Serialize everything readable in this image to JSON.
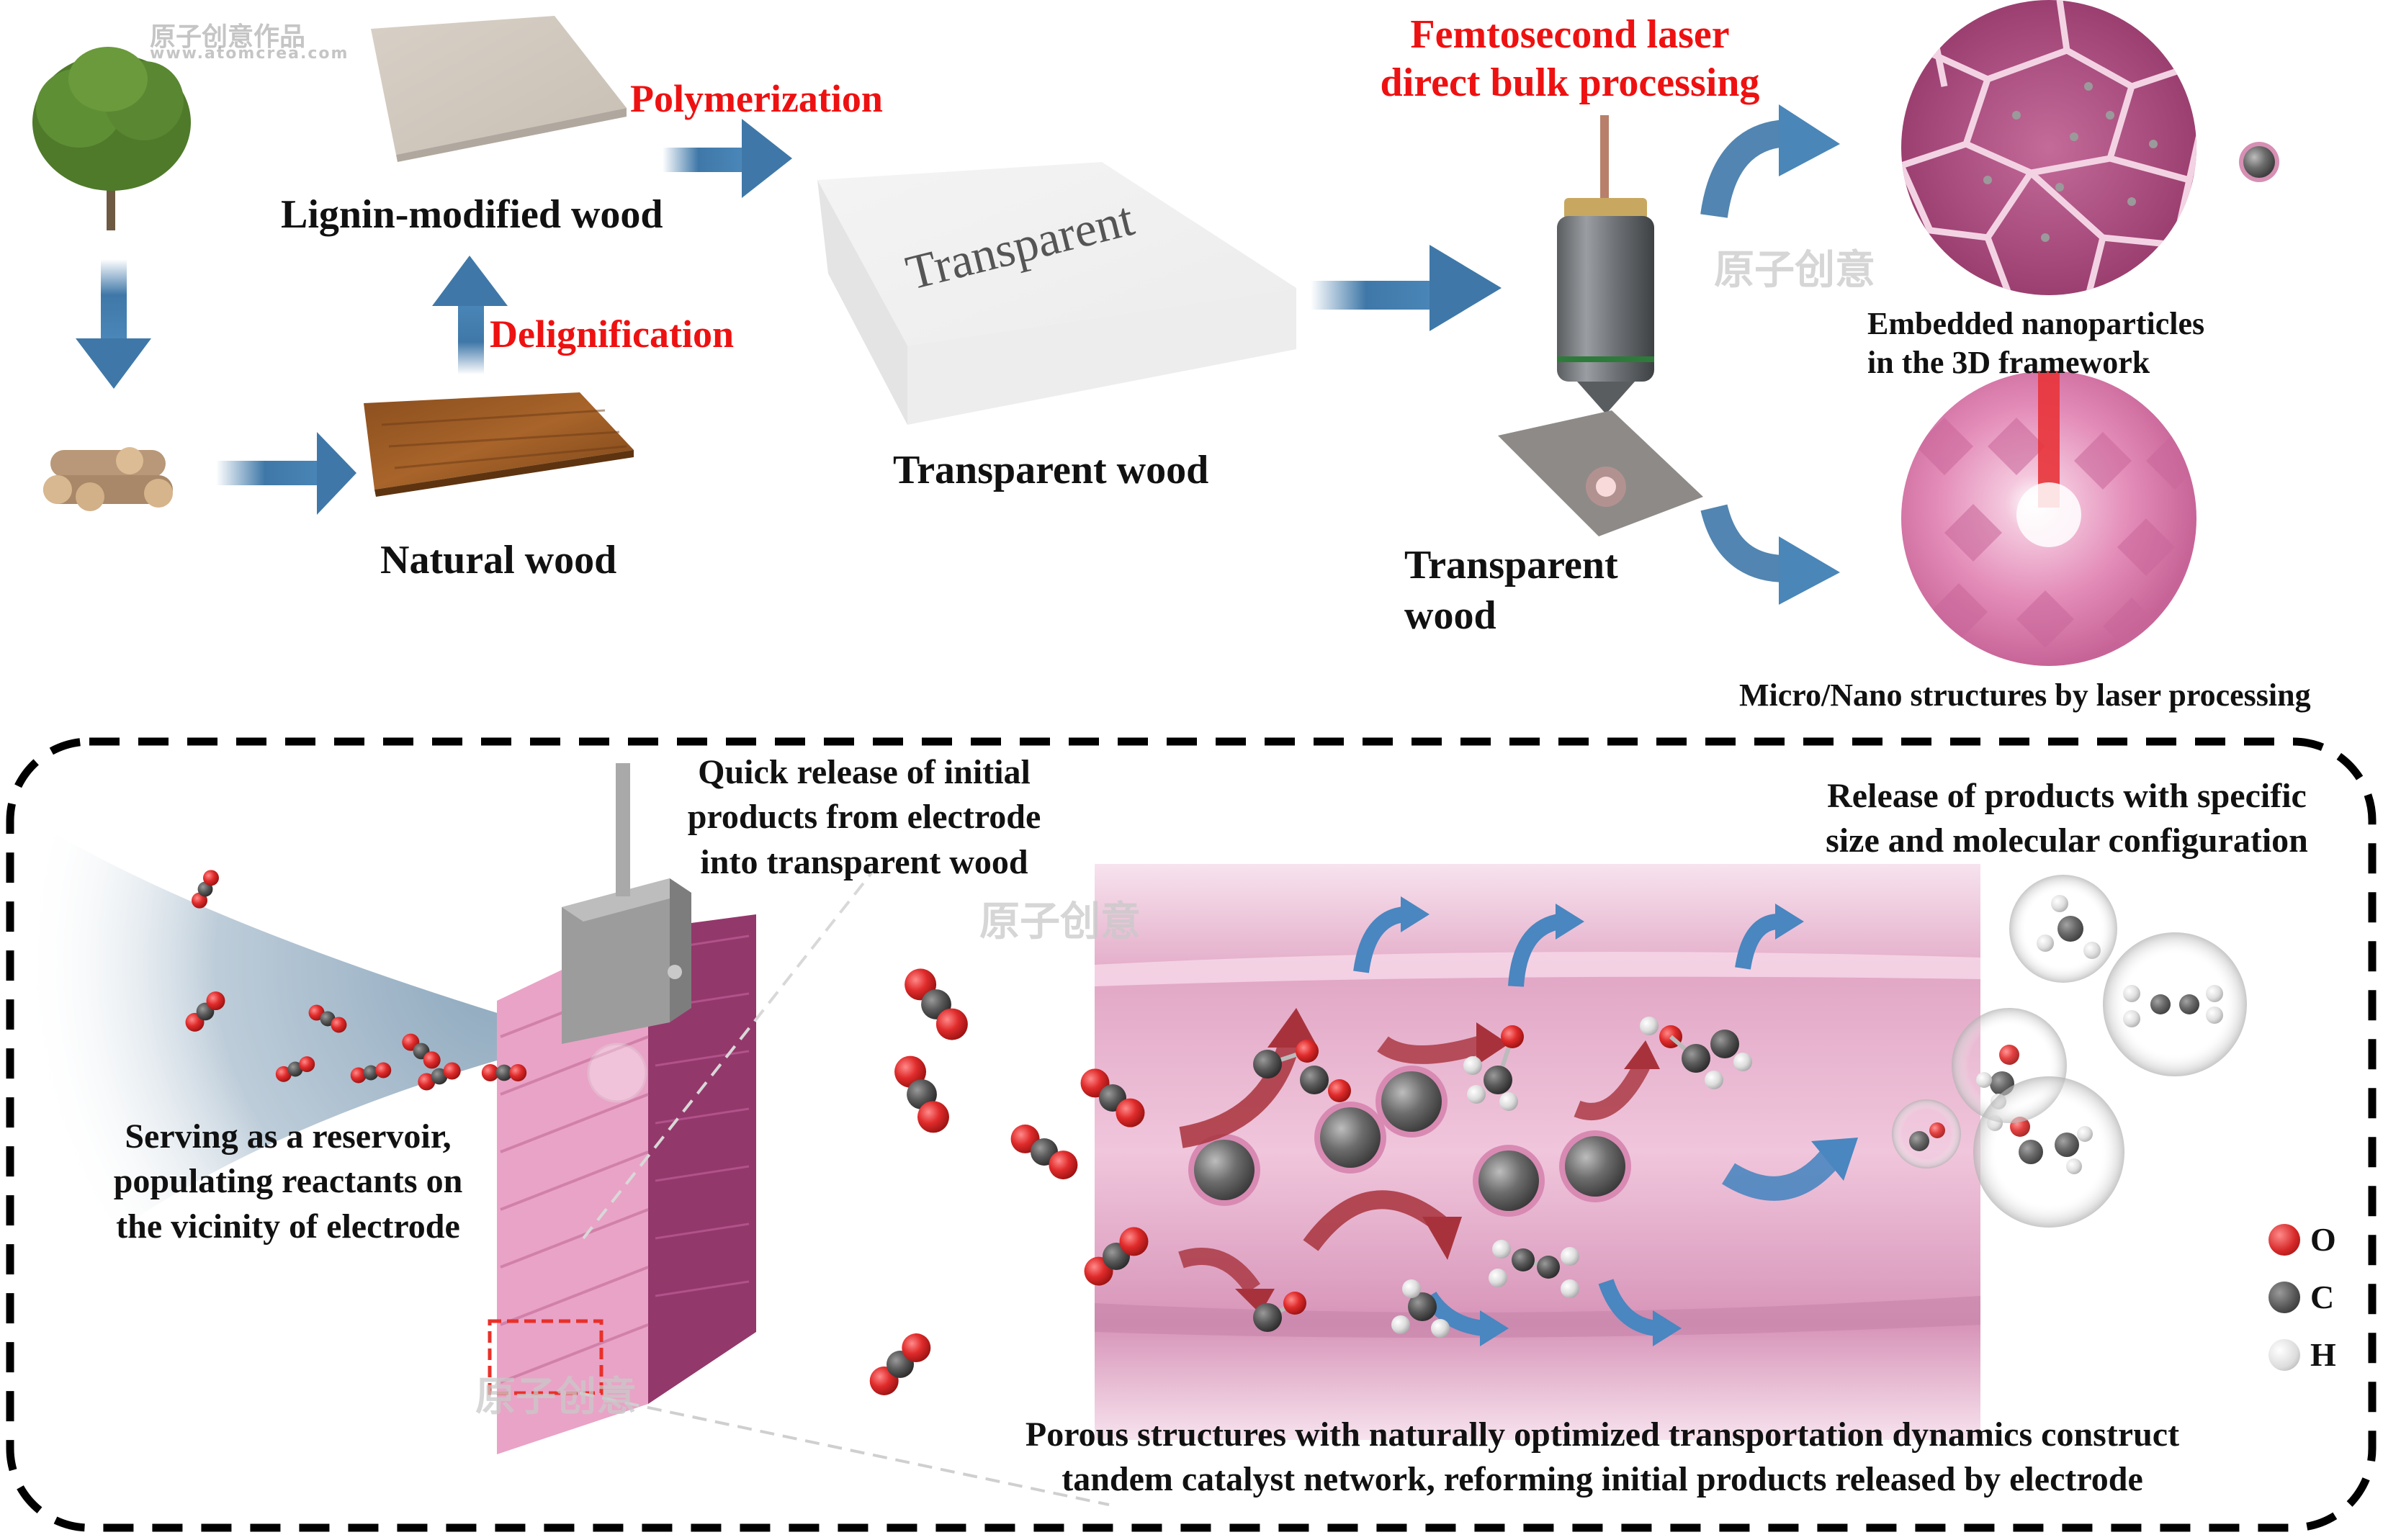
{
  "watermark": {
    "brand": "原子创意作品",
    "url": "www.atomcrea.com",
    "mark": "原子创意"
  },
  "top_panel": {
    "processes": {
      "polymerization": "Polymerization",
      "delignification": "Delignification",
      "laser_line1": "Femtosecond laser",
      "laser_line2": "direct bulk processing"
    },
    "labels": {
      "lignin_modified_wood": "Lignin-modified wood",
      "natural_wood": "Natural wood",
      "transparent_wood": "Transparent wood",
      "block_text": "Transparent",
      "transparent_wood_laser_line1": "Transparent",
      "transparent_wood_laser_line2": "wood",
      "embedded_line1": "Embedded nanoparticles",
      "embedded_line2": "in the 3D framework",
      "micro_nano": "Micro/Nano structures by laser processing"
    }
  },
  "bottom_panel": {
    "quick_release": [
      "Quick release of initial",
      "products from electrode",
      "into transparent wood"
    ],
    "reservoir": [
      "Serving as a reservoir,",
      "populating reactants on",
      "the vicinity of electrode"
    ],
    "release_products": [
      "Release of products with specific",
      "size and molecular configuration"
    ],
    "porous": [
      "Porous structures with naturally optimized transportation dynamics construct",
      "tandem catalyst network, reforming initial products released by electrode"
    ]
  },
  "legend": [
    {
      "symbol": "O",
      "color": "#d62828"
    },
    {
      "symbol": "C",
      "color": "#555555"
    },
    {
      "symbol": "H",
      "color": "#dcdcdc"
    }
  ],
  "colors": {
    "process_red": "#ee1111",
    "arrow_blue": "#3f78a8",
    "wood_pink": "#e8a9c8",
    "wood_magenta": "#9c3a6e",
    "channel_pink": "#e7b4cf"
  }
}
